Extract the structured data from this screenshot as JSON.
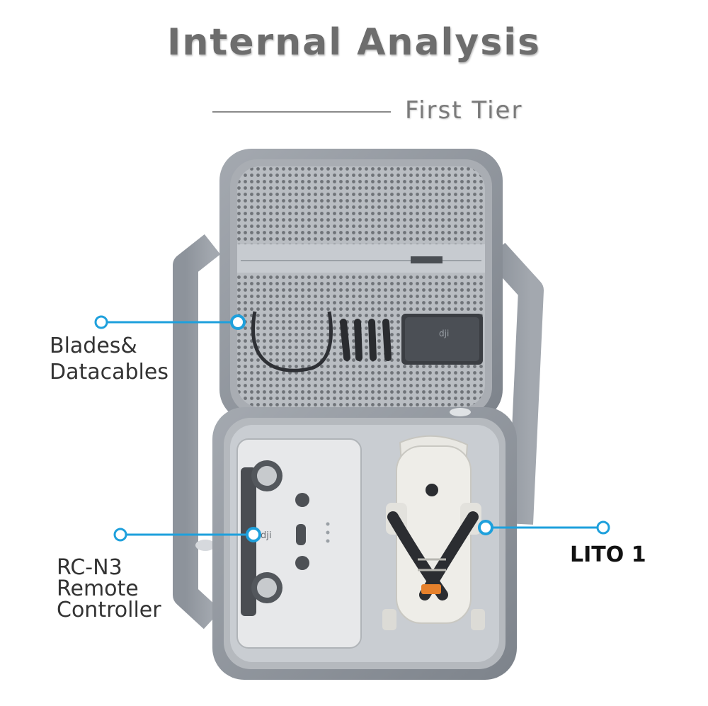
{
  "header": {
    "title": "Internal Analysis",
    "subtitle": "First Tier"
  },
  "callouts": {
    "blades_line1": "Blades&",
    "blades_line2": "Datacables",
    "remote_line1": "RC-N3",
    "remote_line2": "Remote",
    "remote_line3": "Controller",
    "drone": "LITO 1"
  },
  "colors": {
    "accent": "#1ea0dc",
    "case": "#8e949c",
    "lining": "#c9cdd2"
  }
}
